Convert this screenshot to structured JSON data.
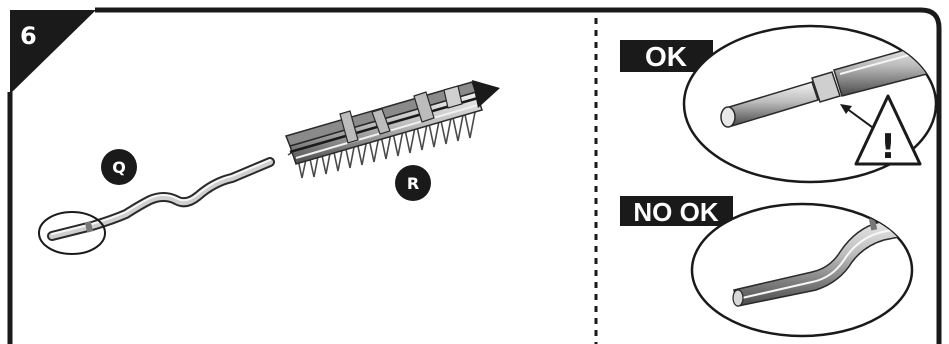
{
  "step": {
    "number": "6"
  },
  "parts": {
    "q_label": "Q",
    "r_label": "R"
  },
  "panels": {
    "ok_label": "OK",
    "not_ok_label": "NO OK"
  },
  "warning": {
    "symbol": "!"
  },
  "colors": {
    "ink": "#1a1a1a",
    "paper": "#ffffff",
    "metal_light": "#e0e0e0",
    "metal_dark": "#5a5a5a"
  }
}
